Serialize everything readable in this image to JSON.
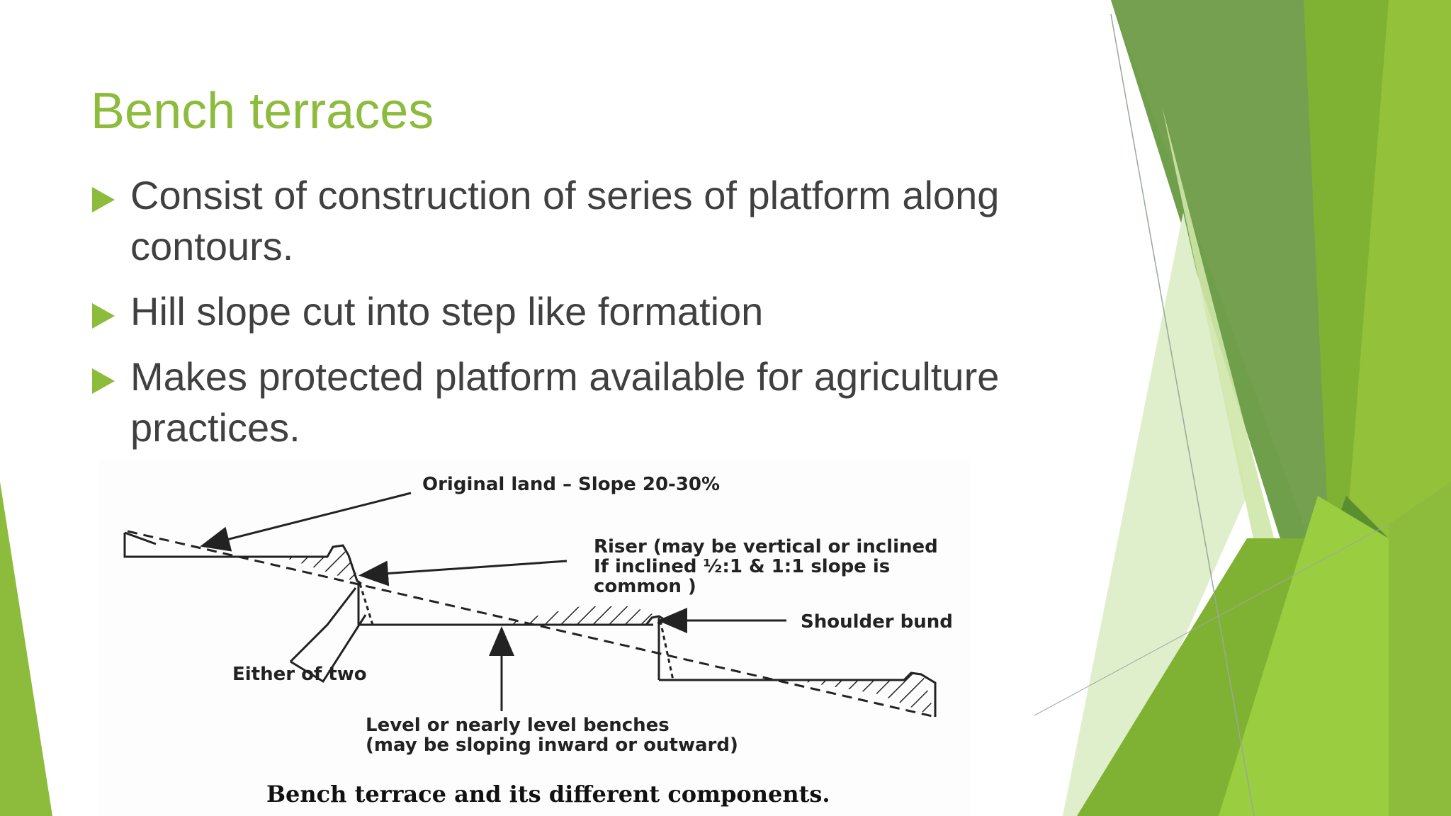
{
  "slide": {
    "title": "Bench terraces",
    "bullets": [
      {
        "text": "Consist of construction of series of platform along contours."
      },
      {
        "text": "Hill slope cut into step like formation"
      },
      {
        "text": "Makes protected platform available for agriculture practices."
      }
    ]
  },
  "diagram": {
    "label_original_land": "Original land – Slope 20-30%",
    "label_riser_line1": "Riser (may be vertical or inclined",
    "label_riser_line2": "If inclined ½:1 & 1:1 slope is",
    "label_riser_line3": "common )",
    "label_shoulder_bund": "Shoulder bund",
    "label_either_of_two": "Either of two",
    "label_level_line1": "Level or nearly level benches",
    "label_level_line2": "(may be sloping inward or outward)",
    "caption": "Bench terrace and its different components."
  },
  "colors": {
    "accent_green": "#8dbb3c",
    "dark_green": "#4f8a2a",
    "mid_green": "#6fa83a",
    "light_green": "#c8e0a0",
    "text_gray": "#404040"
  }
}
